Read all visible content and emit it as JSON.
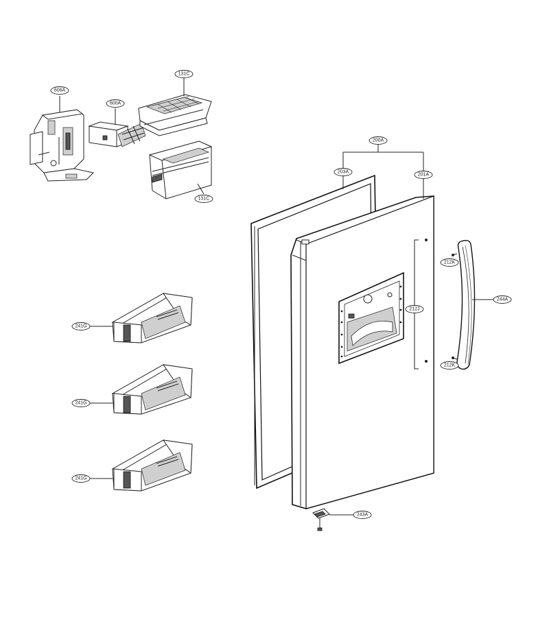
{
  "parts": {
    "p606A": "606A",
    "p600A": "600A",
    "p131C_top": "131C",
    "p131C_bottom": "131C",
    "p200A": "200A",
    "p203A": "203A",
    "p201A": "201A",
    "p212K_top": "212K",
    "p212K_bottom": "212K",
    "p244A": "244A",
    "p212J": "212J",
    "p241G_1": "241G",
    "p241G_2": "241G",
    "p241G_3": "241G",
    "p243A": "243A"
  }
}
